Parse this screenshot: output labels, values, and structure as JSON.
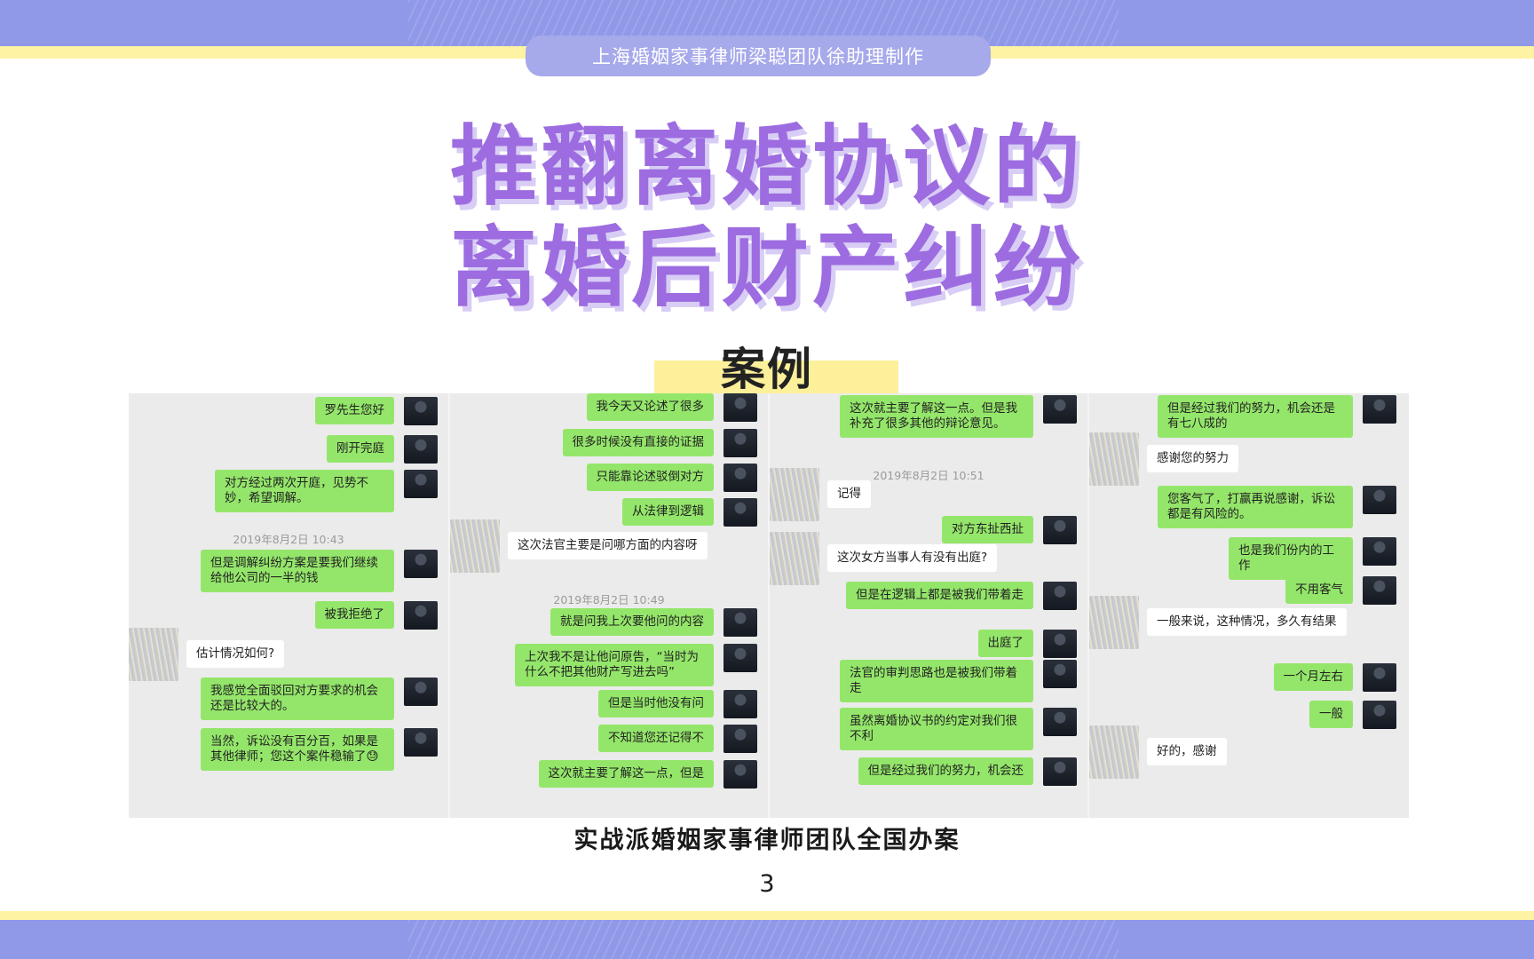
{
  "credit": "上海婚姻家事律师梁聪团队徐助理制作",
  "title_line1": "推翻离婚协议的",
  "title_line2": "离婚后财产纠纷",
  "case_label": "案例",
  "footer": "实战派婚姻家事律师团队全国办案",
  "page_number": "3",
  "colors": {
    "band": "#9098e8",
    "stripe": "#fdf3a2",
    "title": "#9d6ce0",
    "bubble_out": "#94e66a"
  },
  "panels": [
    {
      "messages": [
        {
          "dir": "out",
          "text": "罗先生您好"
        },
        {
          "dir": "out",
          "text": "刚开完庭"
        },
        {
          "dir": "out",
          "text": "对方经过两次开庭，见势不妙，希望调解。"
        },
        {
          "dir": "time",
          "text": "2019年8月2日 10:43"
        },
        {
          "dir": "out",
          "text": "但是调解纠纷方案是要我们继续给他公司的一半的钱"
        },
        {
          "dir": "out",
          "text": "被我拒绝了"
        },
        {
          "dir": "in",
          "text": "估计情况如何?"
        },
        {
          "dir": "out",
          "text": "我感觉全面驳回对方要求的机会还是比较大的。"
        },
        {
          "dir": "out",
          "text": "当然，诉讼没有百分百，如果是其他律师；您这个案件稳输了😓"
        }
      ]
    },
    {
      "messages": [
        {
          "dir": "out",
          "text": "我今天又论述了很多"
        },
        {
          "dir": "out",
          "text": "很多时候没有直接的证据"
        },
        {
          "dir": "out",
          "text": "只能靠论述驳倒对方"
        },
        {
          "dir": "out",
          "text": "从法律到逻辑"
        },
        {
          "dir": "in",
          "text": "这次法官主要是问哪方面的内容呀"
        },
        {
          "dir": "time",
          "text": "2019年8月2日 10:49"
        },
        {
          "dir": "out",
          "text": "就是问我上次要他问的内容"
        },
        {
          "dir": "out",
          "text": "上次我不是让他问原告，“当时为什么不把其他财产写进去吗”"
        },
        {
          "dir": "out",
          "text": "但是当时他没有问"
        },
        {
          "dir": "out",
          "text": "不知道您还记得不"
        },
        {
          "dir": "out",
          "text": "这次就主要了解这一点，但是"
        }
      ]
    },
    {
      "messages": [
        {
          "dir": "out",
          "text": "这次就主要了解这一点。但是我补充了很多其他的辩论意见。"
        },
        {
          "dir": "time",
          "text": "2019年8月2日 10:51"
        },
        {
          "dir": "in",
          "text": "记得"
        },
        {
          "dir": "out",
          "text": "对方东扯西扯"
        },
        {
          "dir": "in",
          "text": "这次女方当事人有没有出庭?"
        },
        {
          "dir": "out",
          "text": "但是在逻辑上都是被我们带着走"
        },
        {
          "dir": "out",
          "text": "出庭了"
        },
        {
          "dir": "out",
          "text": "法官的审判思路也是被我们带着走"
        },
        {
          "dir": "out",
          "text": "虽然离婚协议书的约定对我们很不利"
        },
        {
          "dir": "out",
          "text": "但是经过我们的努力，机会还"
        }
      ]
    },
    {
      "messages": [
        {
          "dir": "out",
          "text": "但是经过我们的努力，机会还是有七八成的"
        },
        {
          "dir": "in",
          "text": "感谢您的努力"
        },
        {
          "dir": "out",
          "text": "您客气了，打赢再说感谢，诉讼都是有风险的。"
        },
        {
          "dir": "out",
          "text": "也是我们份内的工作"
        },
        {
          "dir": "out",
          "text": "不用客气"
        },
        {
          "dir": "in",
          "text": "一般来说，这种情况，多久有结果"
        },
        {
          "dir": "out",
          "text": "一个月左右"
        },
        {
          "dir": "out",
          "text": "一般"
        },
        {
          "dir": "in",
          "text": "好的，感谢"
        }
      ]
    }
  ]
}
